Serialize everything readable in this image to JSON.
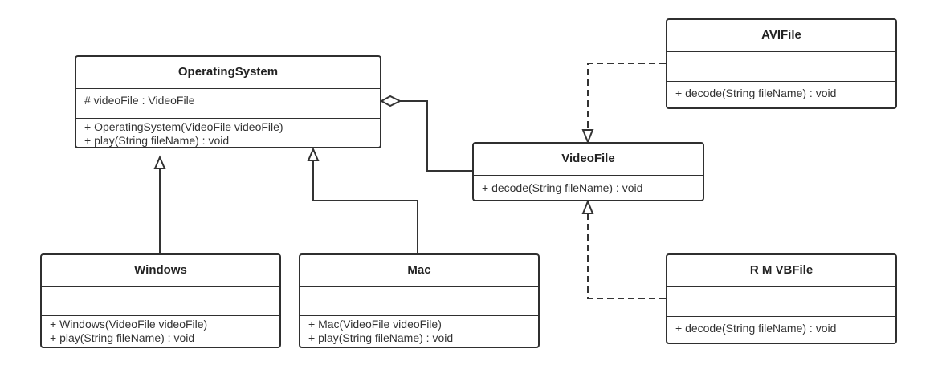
{
  "diagram": {
    "classes": {
      "operating_system": {
        "name": "OperatingSystem",
        "attributes": [
          "# videoFile : VideoFile"
        ],
        "operations": [
          "+ OperatingSystem(VideoFile videoFile)",
          "+ play(String fileName) : void"
        ]
      },
      "windows": {
        "name": "Windows",
        "attributes": [],
        "operations": [
          "+ Windows(VideoFile videoFile)",
          "+ play(String fileName) : void"
        ]
      },
      "mac": {
        "name": "Mac",
        "attributes": [],
        "operations": [
          "+ Mac(VideoFile videoFile)",
          "+ play(String fileName) : void"
        ]
      },
      "video_file": {
        "name": "VideoFile",
        "attributes": [],
        "operations": [
          "+ decode(String fileName) : void"
        ]
      },
      "avi_file": {
        "name": "AVIFile",
        "attributes": [],
        "operations": [
          "+ decode(String fileName) : void"
        ]
      },
      "rmvb_file": {
        "name": "R M VBFile",
        "attributes": [],
        "operations": [
          "+ decode(String fileName) : void"
        ]
      }
    },
    "relations": [
      {
        "type": "generalization",
        "from": "Windows",
        "to": "OperatingSystem"
      },
      {
        "type": "generalization",
        "from": "Mac",
        "to": "OperatingSystem"
      },
      {
        "type": "aggregation",
        "whole": "OperatingSystem",
        "part": "VideoFile"
      },
      {
        "type": "realization",
        "from": "AVIFile",
        "to": "VideoFile"
      },
      {
        "type": "realization",
        "from": "R M VBFile",
        "to": "VideoFile"
      }
    ],
    "line_color": "#333333"
  }
}
